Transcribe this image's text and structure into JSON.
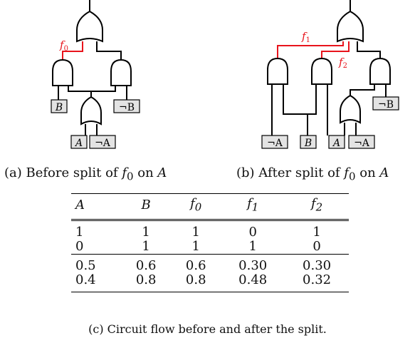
{
  "figure_a": {
    "flow_label": "f",
    "flow_sub": "0",
    "leaves": [
      "B",
      "¬B",
      "A",
      "¬A"
    ]
  },
  "figure_b": {
    "flow_labels": [
      {
        "base": "f",
        "sub": "1"
      },
      {
        "base": "f",
        "sub": "2"
      }
    ],
    "leaves": [
      "¬A",
      "B",
      "A",
      "¬A",
      "¬B"
    ]
  },
  "captions": {
    "a_prefix": "(a) Before split of ",
    "a_flow": "f",
    "a_sub": "0",
    "a_on": " on ",
    "a_var": "A",
    "b_prefix": "(b) After split of ",
    "b_flow": "f",
    "b_sub": "0",
    "b_on": " on ",
    "b_var": "A",
    "c": "(c) Circuit flow before and after the split."
  },
  "table": {
    "headers": [
      "A",
      "B",
      "f0",
      "f1",
      "f2"
    ],
    "rows_binary": [
      [
        "1",
        "1",
        "1",
        "0",
        "1"
      ],
      [
        "0",
        "1",
        "1",
        "1",
        "0"
      ]
    ],
    "rows_prob": [
      [
        "0.5",
        "0.6",
        "0.6",
        "0.30",
        "0.30"
      ],
      [
        "0.4",
        "0.8",
        "0.8",
        "0.48",
        "0.32"
      ]
    ]
  },
  "colors": {
    "highlight": "#e8141c",
    "gate_fill": "#ffffff",
    "leaf_fill": "#e3e3e3",
    "line": "#000000"
  }
}
